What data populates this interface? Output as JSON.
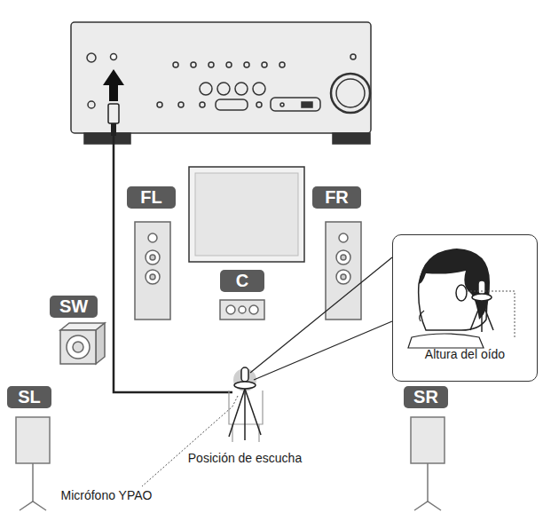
{
  "diagram": {
    "nodes": [
      {
        "text": [
          "FL"
        ]
      },
      {
        "text": [
          "FR"
        ]
      },
      {
        "text": [
          "Altura del oído"
        ]
      },
      {
        "text": [
          "C"
        ]
      },
      {
        "text": [
          "SW"
        ]
      },
      {
        "text": [
          "SL"
        ]
      },
      {
        "text": [
          "SR"
        ]
      }
    ],
    "labels": [
      "Posición de escucha",
      "Micrófono YPAO"
    ]
  }
}
